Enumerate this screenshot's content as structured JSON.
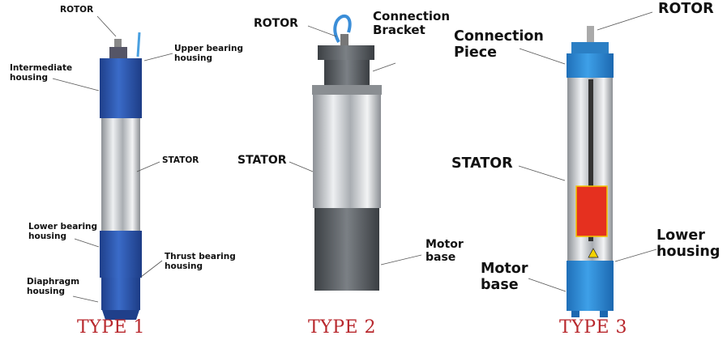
{
  "colors": {
    "type_label": "#b8272c",
    "blue_housing": "#2f5db5",
    "light_blue_housing": "#2f8fd8",
    "steel": "#c9ccd0",
    "dark_base": "#555a5e"
  },
  "type1": {
    "title": "TYPE 1",
    "labels": {
      "rotor": "ROTOR",
      "upper_bearing": "Upper bearing\nhousing",
      "intermediate": "Intermediate\nhousing",
      "stator": "STATOR",
      "lower_bearing": "Lower bearing\nhousing",
      "thrust_bearing": "Thrust bearing\nhousing",
      "diaphragm": "Diaphragm\nhousing"
    }
  },
  "type2": {
    "title": "TYPE 2",
    "labels": {
      "rotor": "ROTOR",
      "connection_bracket": "Connection\nBracket",
      "stator": "STATOR",
      "motor_base": "Motor\nbase"
    }
  },
  "type3": {
    "title": "TYPE 3",
    "labels": {
      "rotor": "ROTOR",
      "connection_piece": "Connection\nPiece",
      "stator": "STATOR",
      "lower_housing": "Lower\nhousing",
      "motor_base": "Motor\nbase"
    }
  }
}
